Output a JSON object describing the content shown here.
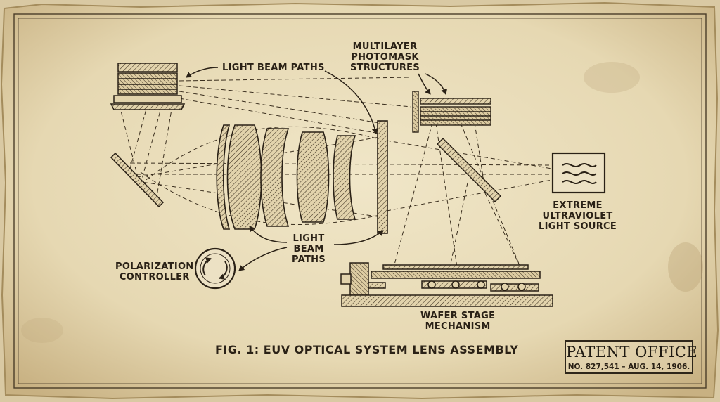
{
  "labels": {
    "light_beam_paths_top": "LIGHT BEAM PATHS",
    "photomask": [
      "MULTILAYER",
      "PHOTOMASK",
      "STRUCTURES"
    ],
    "light_source": [
      "EXTREME",
      "ULTRAVIOLET",
      "LIGHT SOURCE"
    ],
    "light_beam_paths_bottom": [
      "LIGHT",
      "BEAM",
      "PATHS"
    ],
    "polarization": [
      "POLARIZATION",
      "CONTROLLER"
    ],
    "wafer_stage": [
      "WAFER STAGE",
      "MECHANISM"
    ]
  },
  "caption": "FIG. 1: EUV OPTICAL SYSTEM LENS ASSEMBLY",
  "patent": {
    "title": "PATENT OFFICE",
    "number": "NO. 827,541 – AUG. 14, 1906."
  },
  "colors": {
    "paper": "#e8dcbc",
    "ink": "#2a2116"
  }
}
